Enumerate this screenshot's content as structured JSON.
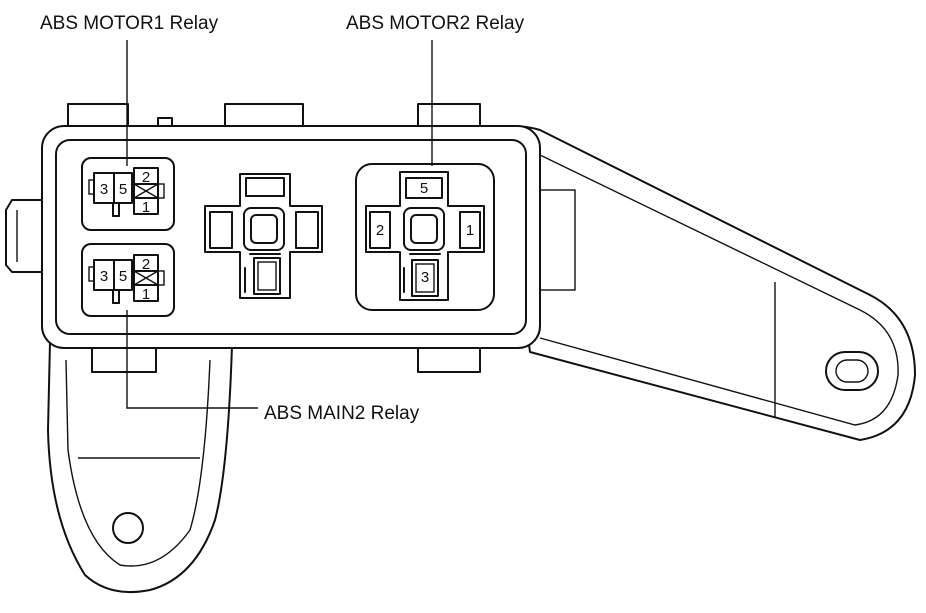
{
  "labels": {
    "motor1": "ABS MOTOR1 Relay",
    "motor2": "ABS MOTOR2 Relay",
    "main2": "ABS MAIN2 Relay"
  },
  "motor1_relay": {
    "pin_3": "3",
    "pin_5": "5",
    "pin_2": "2",
    "pin_1": "1"
  },
  "main2_relay": {
    "pin_3": "3",
    "pin_5": "5",
    "pin_2": "2",
    "pin_1": "1"
  },
  "motor2_relay": {
    "pin_5": "5",
    "pin_2": "2",
    "pin_1": "1",
    "pin_3": "3"
  }
}
